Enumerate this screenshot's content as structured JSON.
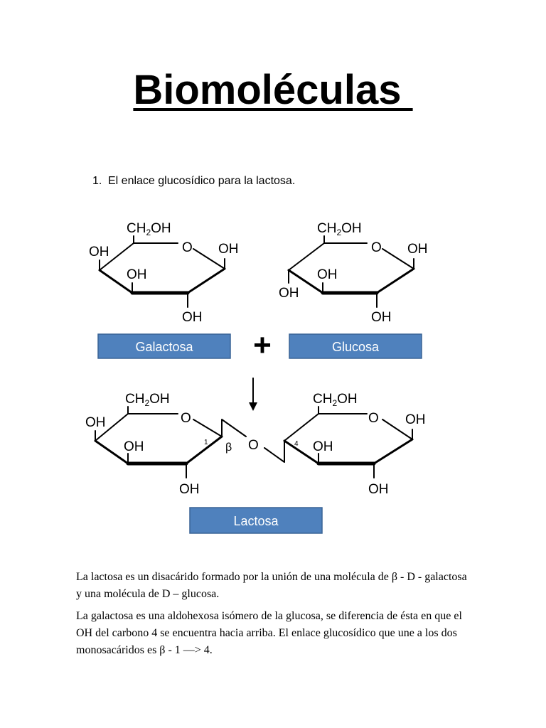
{
  "document": {
    "title": "Biomoléculas ",
    "list_item": {
      "number": "1.",
      "text": "El enlace glucosídico para la lactosa."
    },
    "diagram": {
      "galactose": {
        "ch2oh": "CH",
        "sub2": "2",
        "oh_suffix": "OH",
        "ring_o": "O",
        "oh_left": "OH",
        "oh_right": "OH",
        "oh_middle": "OH",
        "oh_bottom": "OH"
      },
      "glucose": {
        "ch2oh": "CH",
        "sub2": "2",
        "oh_suffix": "OH",
        "ring_o": "O",
        "oh_right": "OH",
        "oh_left": "OH",
        "oh_middle": "OH",
        "oh_bottom": "OH"
      },
      "lactose": {
        "gal_ch2oh": "CH",
        "gal_sub2": "2",
        "gal_oh_suffix": "OH",
        "gal_ring_o": "O",
        "gal_oh_left": "OH",
        "gal_oh_middle": "OH",
        "gal_oh_bottom": "OH",
        "carbon_1": "1",
        "beta": "β",
        "bridge_o": "O",
        "carbon_4": "4",
        "glc_ch2oh": "CH",
        "glc_sub2": "2",
        "glc_oh_suffix": "OH",
        "glc_ring_o": "O",
        "glc_oh_right": "OH",
        "glc_oh_middle": "OH",
        "glc_oh_bottom": "OH"
      },
      "labels": {
        "galactosa": "Galactosa",
        "plus": "+",
        "glucosa": "Glucosa",
        "lactosa": "Lactosa"
      },
      "colors": {
        "label_fill": "#4f81bd",
        "label_border": "#3a6496",
        "label_text": "#ffffff"
      }
    },
    "paragraphs": [
      "La lactosa es un disacárido formado por la unión de una molécula de β - D - galactosa y una molécula de D – glucosa.",
      "La galactosa es una aldohexosa isómero de la glucosa, se diferencia de ésta en que el OH del carbono 4 se encuentra hacia arriba. El enlace glucosídico que une a los dos monosacáridos es β - 1 —> 4."
    ]
  }
}
